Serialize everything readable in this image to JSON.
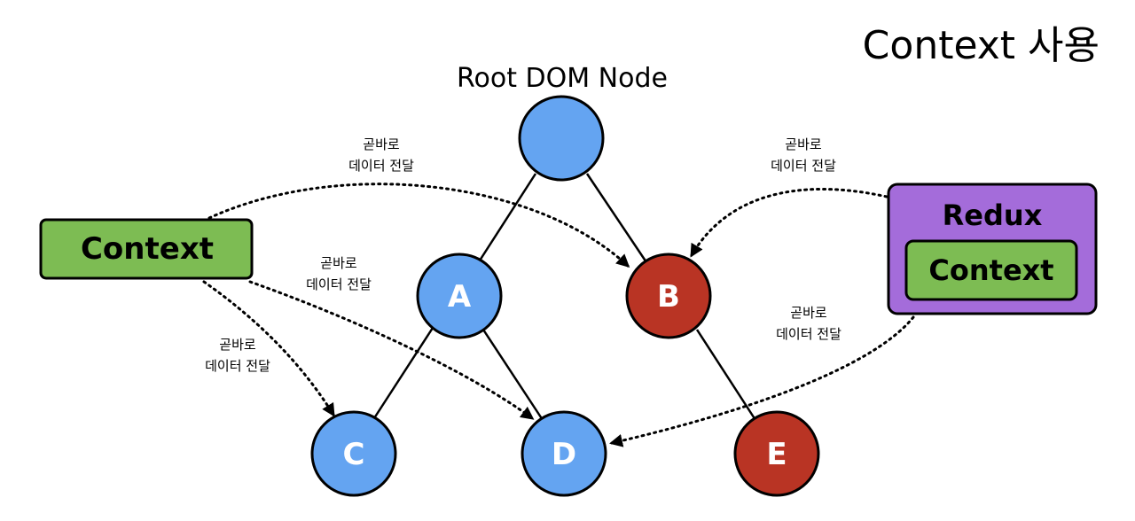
{
  "title": "Context 사용",
  "root_label": "Root DOM Node",
  "nodes": [
    {
      "id": "root",
      "label": "",
      "color": "#64a4f1"
    },
    {
      "id": "A",
      "label": "A",
      "color": "#64a4f1"
    },
    {
      "id": "B",
      "label": "B",
      "color": "#b93424"
    },
    {
      "id": "C",
      "label": "C",
      "color": "#64a4f1"
    },
    {
      "id": "D",
      "label": "D",
      "color": "#64a4f1"
    },
    {
      "id": "E",
      "label": "E",
      "color": "#b93424"
    }
  ],
  "tree_edges": [
    {
      "from": "root",
      "to": "A"
    },
    {
      "from": "root",
      "to": "B"
    },
    {
      "from": "A",
      "to": "C"
    },
    {
      "from": "A",
      "to": "D"
    },
    {
      "from": "B",
      "to": "E"
    }
  ],
  "context_box": {
    "label": "Context",
    "color": "#7dbc53"
  },
  "redux_box": {
    "label": "Redux",
    "color": "#a46cda",
    "inner_label": "Context",
    "inner_color": "#7dbc53"
  },
  "annotations": [
    {
      "line1": "곧바로",
      "line2": "데이터 전달"
    },
    {
      "line1": "곧바로",
      "line2": "데이터 전달"
    },
    {
      "line1": "곧바로",
      "line2": "데이터 전달"
    },
    {
      "line1": "곧바로",
      "line2": "데이터 전달"
    },
    {
      "line1": "곧바로",
      "line2": "데이터 전달"
    }
  ],
  "colors": {
    "blue_node": "#64a4f1",
    "red_node": "#b93424",
    "context_green": "#7dbc53",
    "redux_purple": "#a46cda"
  }
}
